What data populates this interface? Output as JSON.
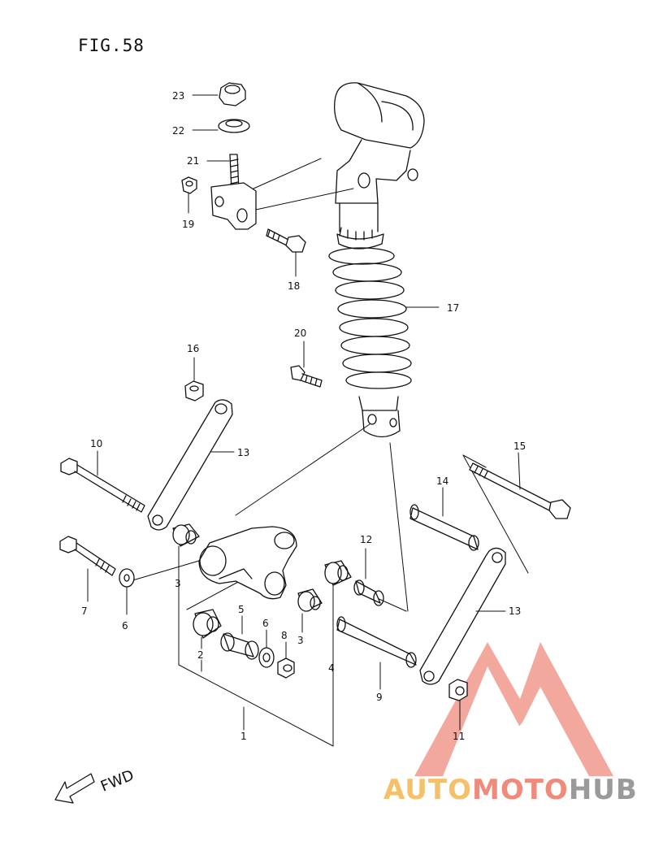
{
  "figure": {
    "title": "FIG.58"
  },
  "direction_label": "FWD",
  "callouts": {
    "c1": "1",
    "c2": "2",
    "c3a": "3",
    "c3b": "3",
    "c4": "4",
    "c5": "5",
    "c6a": "6",
    "c6b": "6",
    "c7": "7",
    "c8": "8",
    "c9": "9",
    "c10": "10",
    "c11": "11",
    "c12": "12",
    "c13a": "13",
    "c13b": "13",
    "c14": "14",
    "c15": "15",
    "c16": "16",
    "c17": "17",
    "c18": "18",
    "c19": "19",
    "c20": "20",
    "c21": "21",
    "c22": "22",
    "c23": "23"
  },
  "watermark": {
    "part1": "AUTO",
    "part2": "MOTO",
    "part3": "HUB"
  },
  "colors": {
    "line": "#111111",
    "watermark_red": "#f08a7a",
    "watermark_yellow": "#f5c06a",
    "watermark_gray": "#9a9a9a"
  }
}
